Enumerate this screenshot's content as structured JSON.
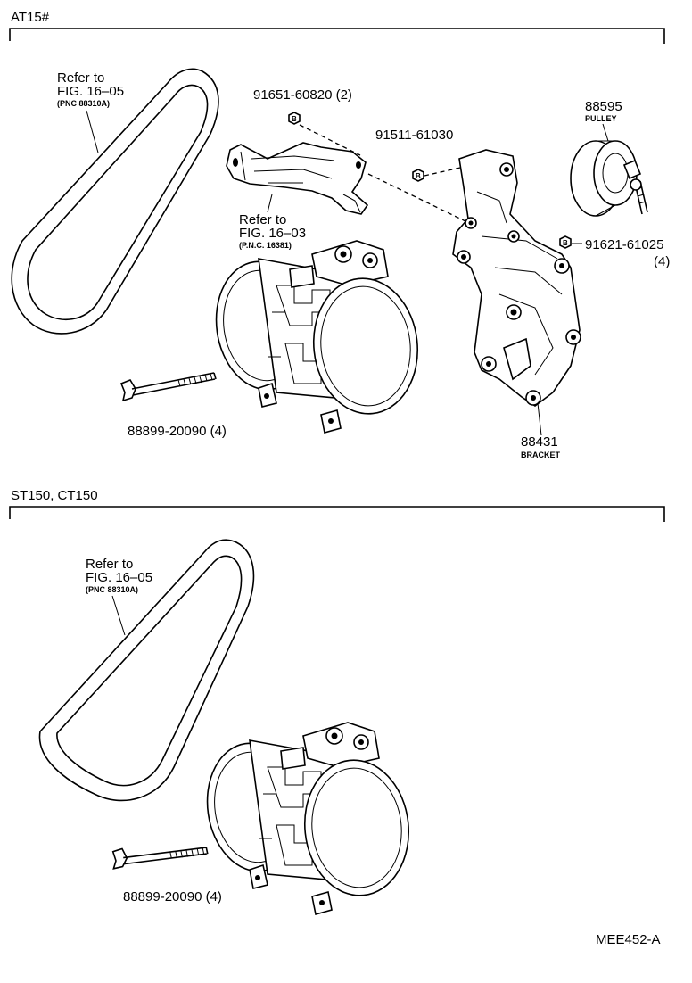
{
  "sections": [
    {
      "code": "AT15#",
      "belt_ref": {
        "line1": "Refer to",
        "line2": "FIG. 16–05",
        "line3": "(PNC 88310A)"
      },
      "bracket_ref": {
        "line1": "Refer to",
        "line2": "FIG. 16–03",
        "line3": "(P.N.C. 16381)"
      },
      "parts": {
        "bolt_upper": "91651-60820 (2)",
        "bolt_mid": "91511-61030",
        "pulley_number": "88595",
        "pulley_name": "PULLEY",
        "bolt_right": "91621-61025",
        "bolt_right_qty": "(4)",
        "bolt_long": "88899-20090 (4)",
        "bracket_number": "88431",
        "bracket_name": "BRACKET"
      }
    },
    {
      "code": "ST150, CT150",
      "belt_ref": {
        "line1": "Refer to",
        "line2": "FIG. 16–05",
        "line3": "(PNC 88310A)"
      },
      "parts": {
        "bolt_long": "88899-20090 (4)"
      }
    }
  ],
  "figure_code": "MEE452-A"
}
